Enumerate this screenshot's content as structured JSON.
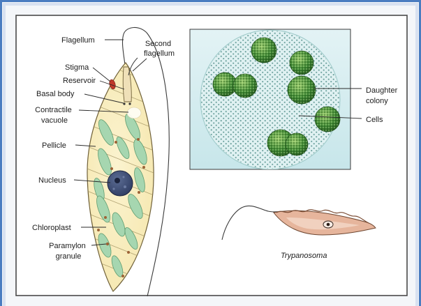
{
  "figure": {
    "colors": {
      "frame_blue": "#4a7cc0",
      "euglena_body": "#f6e8b1",
      "chloroplast": "#a6d6b0",
      "stigma": "#c0392b",
      "nucleus": "#2f3d63",
      "volvox_background": "#c7e6ea",
      "daughter_colony": "#3f8a34",
      "trypanosoma_body": "#e6b59c"
    }
  },
  "euglena": {
    "flagellum": "Flagellum",
    "second_flagellum": [
      "Second",
      "flagellum"
    ],
    "stigma": "Stigma",
    "reservoir": "Reservoir",
    "basal_body": "Basal body",
    "contractile_vacuole": [
      "Contractile",
      "vacuole"
    ],
    "pellicle": "Pellicle",
    "nucleus": "Nucleus",
    "chloroplast": "Chloroplast",
    "paramylon_granule": [
      "Paramylon",
      "granule"
    ]
  },
  "volvox": {
    "daughter_colony": [
      "Daughter",
      "colony"
    ],
    "cells": "Cells"
  },
  "trypanosoma": {
    "name": "Trypanosoma"
  }
}
